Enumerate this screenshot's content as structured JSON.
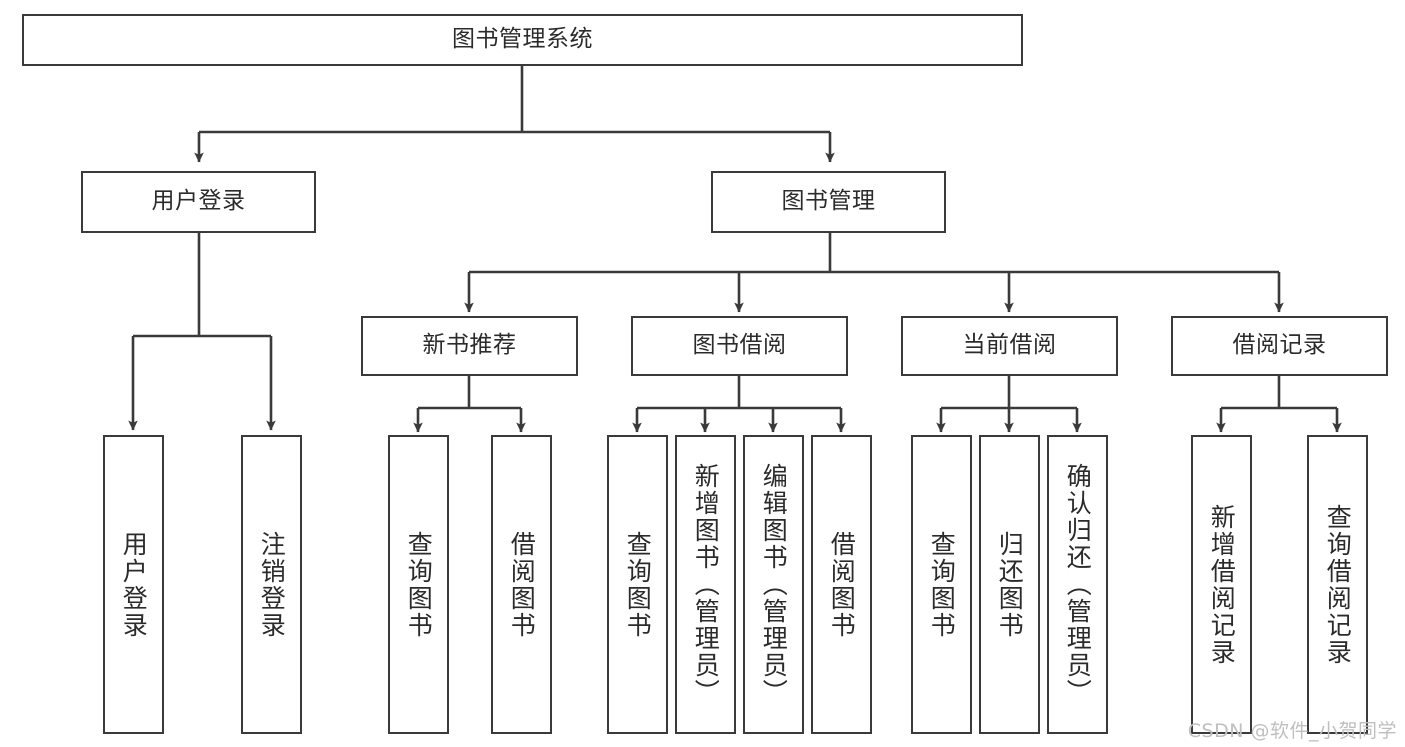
{
  "diagram": {
    "title": "图书管理系统",
    "type": "tree-hierarchy-functional-structure",
    "root": {
      "label": "图书管理系统"
    },
    "level2": [
      {
        "label": "用户登录"
      },
      {
        "label": "图书管理"
      }
    ],
    "level3": [
      {
        "label": "新书推荐"
      },
      {
        "label": "图书借阅"
      },
      {
        "label": "当前借阅"
      },
      {
        "label": "借阅记录"
      }
    ],
    "leaves": {
      "user_login": [
        {
          "label": "用户登录"
        },
        {
          "label": "注销登录"
        }
      ],
      "new_book_recommend": [
        {
          "label": "查询图书"
        },
        {
          "label": "借阅图书"
        }
      ],
      "book_borrow": [
        {
          "label": "查询图书"
        },
        {
          "label": "新增图书（管理员）"
        },
        {
          "label": "编辑图书（管理员）"
        },
        {
          "label": "借阅图书"
        }
      ],
      "current_borrow": [
        {
          "label": "查询图书"
        },
        {
          "label": "归还图书"
        },
        {
          "label": "确认归还（管理员）"
        }
      ],
      "borrow_record": [
        {
          "label": "新增借阅记录"
        },
        {
          "label": "查询借阅记录"
        }
      ]
    }
  },
  "watermark": {
    "text": "CSDN @软件_小贺同学"
  },
  "colors": {
    "stroke": "#3a3a3a",
    "fill": "#ffffff",
    "text": "#2b2b2b",
    "watermark": "#bfbfbf"
  }
}
